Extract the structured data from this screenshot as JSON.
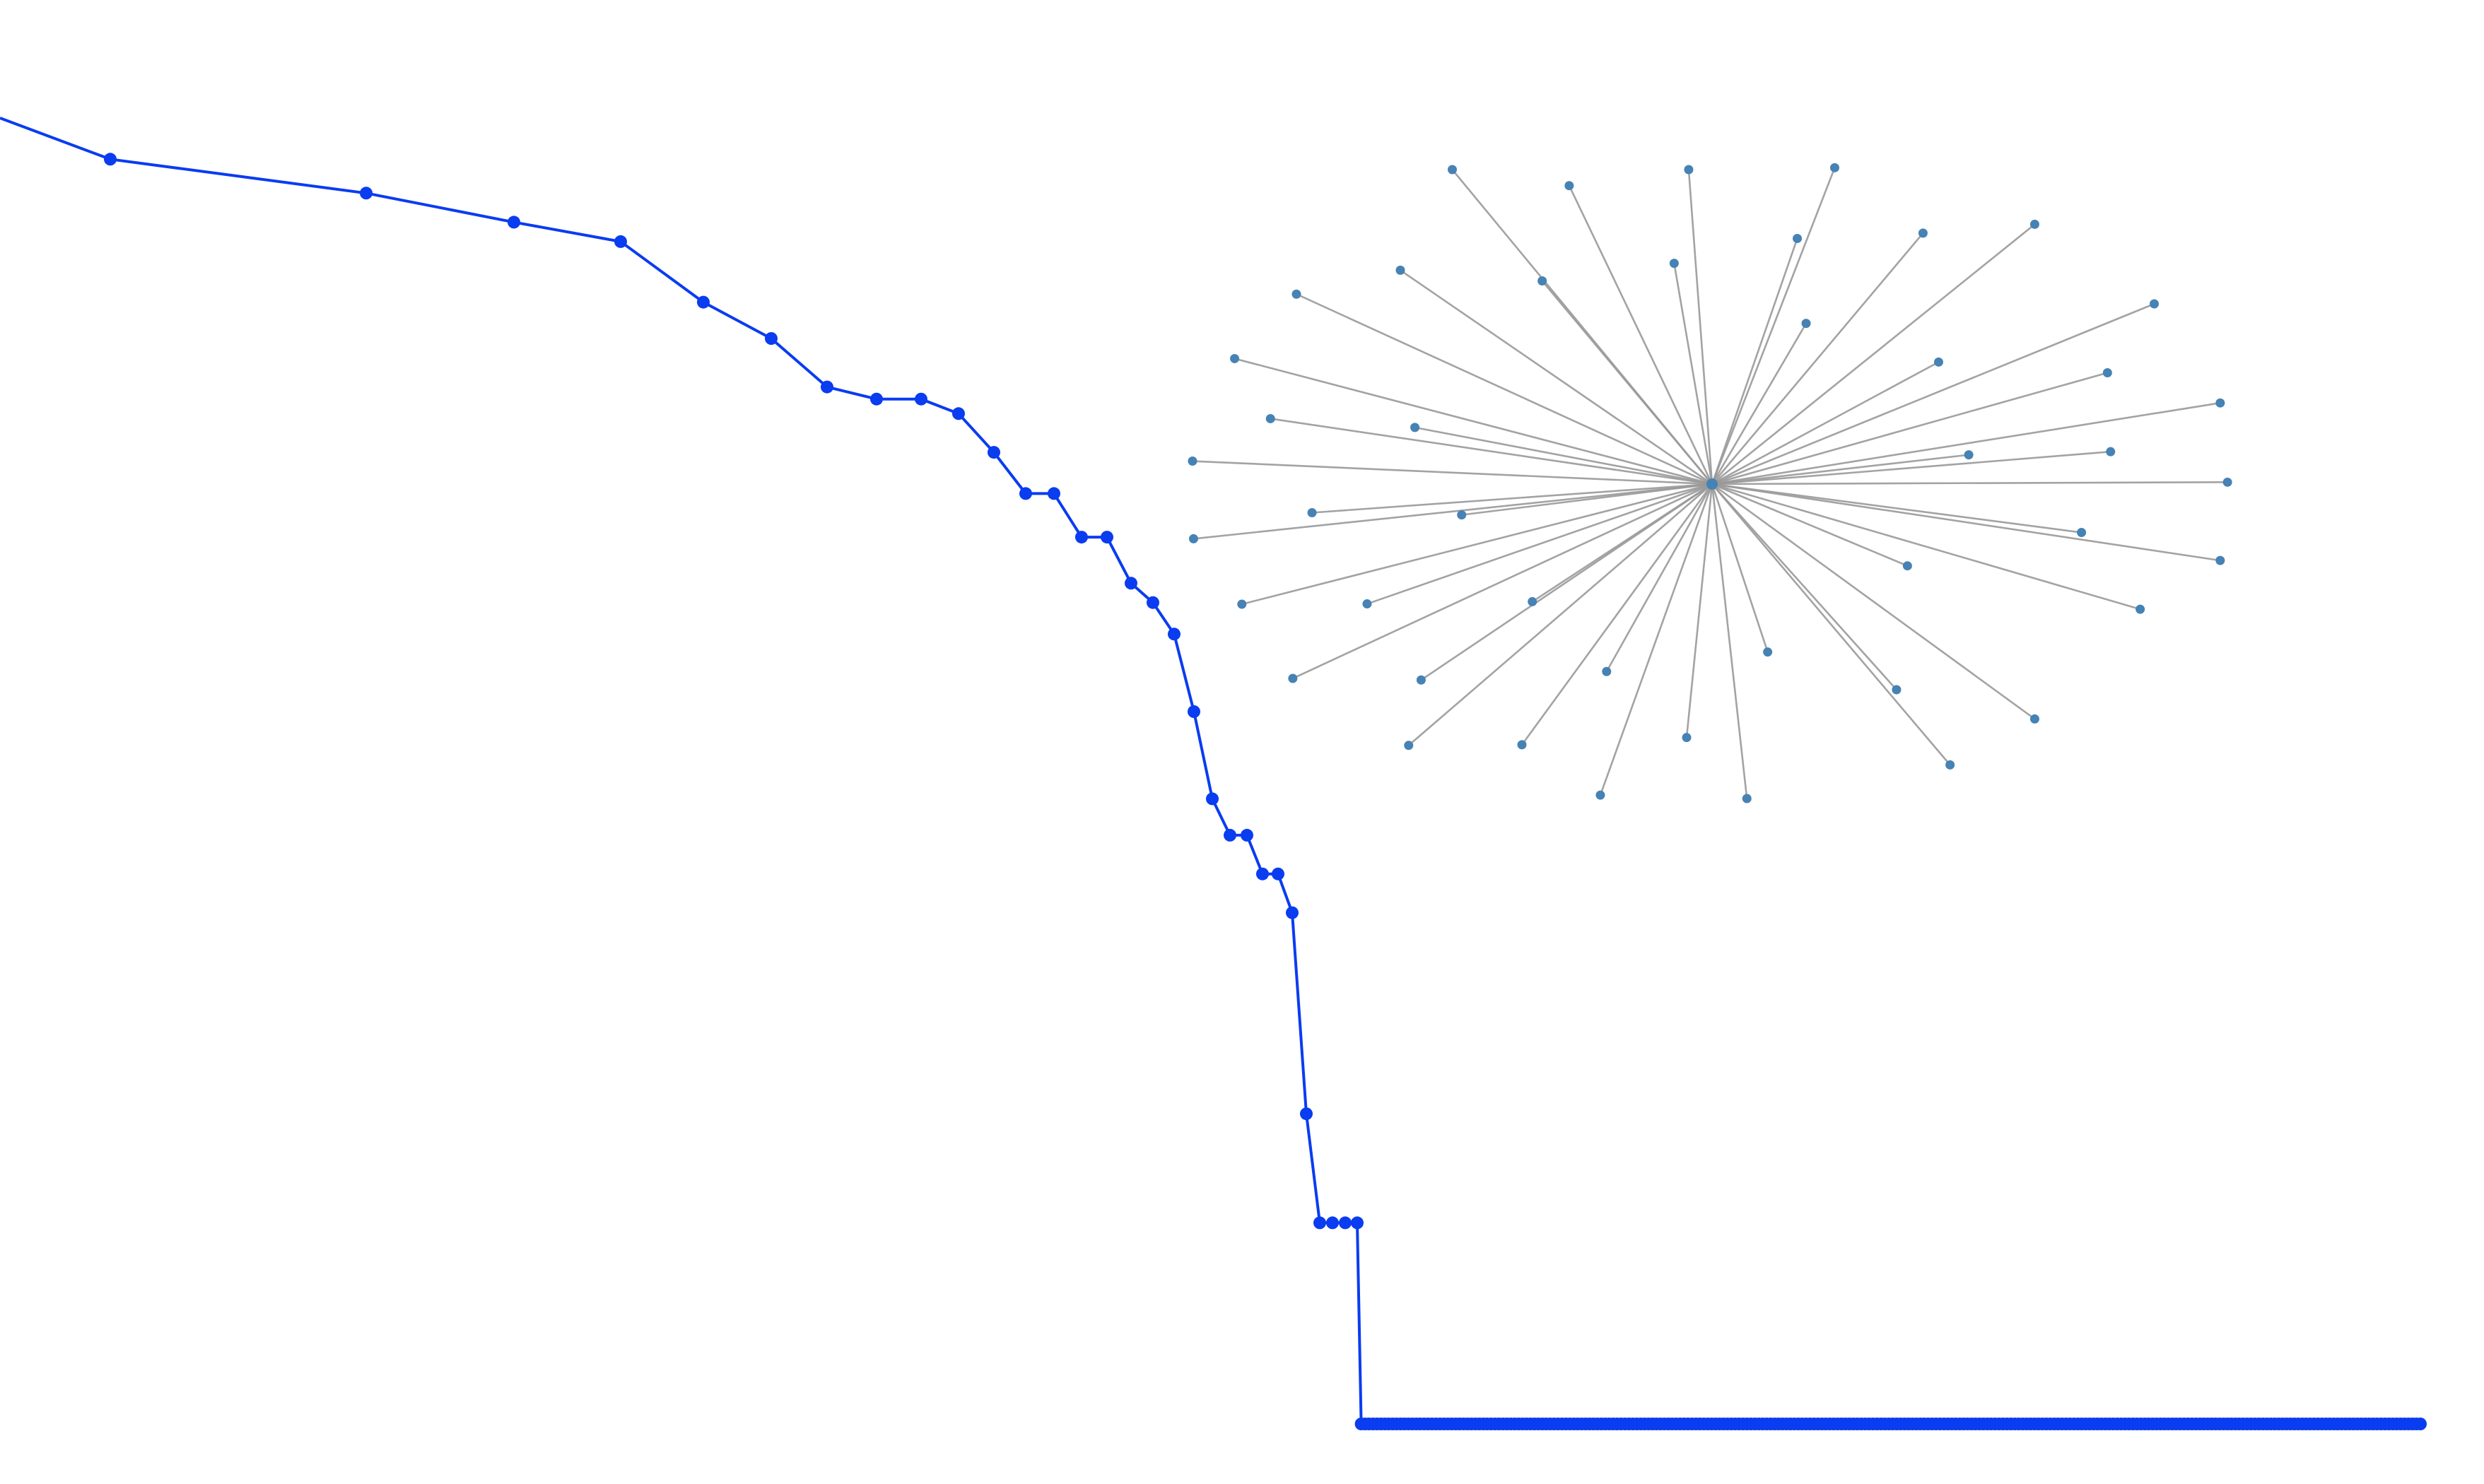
{
  "chart_data": [
    {
      "type": "line",
      "title": "",
      "xlabel": "",
      "ylabel": "",
      "grid": false,
      "legend": "none",
      "color": "#0a3cf0",
      "x": [
        0,
        1,
        2,
        3,
        4,
        5,
        6,
        7,
        8,
        9,
        10,
        11,
        12,
        13,
        14,
        15,
        16,
        17,
        18,
        19,
        20,
        21,
        22,
        23,
        24,
        25,
        26,
        27,
        28,
        29,
        30,
        31,
        32,
        33,
        34,
        35,
        36,
        37,
        38,
        39,
        40,
        41,
        42,
        43,
        44,
        45,
        46,
        47,
        48,
        49,
        50,
        51,
        52,
        53,
        54,
        55,
        56,
        57,
        58,
        59,
        60,
        61,
        62,
        63,
        64,
        65,
        66,
        67,
        68,
        69,
        70,
        71,
        72,
        73,
        74,
        75,
        76,
        77,
        78,
        79,
        80,
        81,
        82,
        83,
        84,
        85,
        86,
        87,
        88,
        89,
        90,
        91,
        92,
        93,
        94,
        95,
        96,
        97,
        98,
        99,
        100,
        101,
        102,
        103,
        104,
        105,
        106,
        107,
        108,
        109,
        110,
        111,
        112,
        113,
        114,
        115,
        116,
        117,
        118,
        119,
        120,
        121,
        122,
        123,
        124,
        125,
        126,
        127,
        128,
        129,
        130,
        131,
        132,
        133,
        134,
        135,
        136,
        137,
        138,
        139,
        140,
        141,
        142,
        143,
        144,
        145,
        146,
        147,
        148,
        149,
        150,
        151,
        152,
        153,
        154,
        155,
        156,
        157,
        158,
        159,
        160,
        161,
        162,
        163,
        164,
        165,
        166,
        167,
        168,
        169,
        170,
        171,
        172,
        173,
        174,
        175,
        176,
        177,
        178,
        179,
        180,
        181,
        182,
        183,
        184,
        185,
        186,
        187,
        188,
        189,
        190,
        191,
        192,
        193,
        194,
        195,
        196,
        197,
        198,
        199,
        200,
        201,
        202,
        203,
        204,
        205,
        206,
        207,
        208,
        209,
        210,
        211,
        212,
        213,
        214,
        215,
        216,
        217,
        218,
        219,
        220,
        221,
        222,
        223,
        224,
        225,
        226,
        227,
        228,
        229,
        230,
        231,
        232,
        233,
        234,
        235,
        236,
        237,
        238,
        239,
        240,
        241,
        242,
        243,
        244,
        245,
        246,
        247,
        248,
        249,
        250,
        251,
        252,
        253,
        254,
        255,
        256,
        257,
        258,
        259,
        260,
        261,
        262,
        263,
        264,
        265,
        266,
        267,
        268,
        269,
        270,
        271,
        272,
        273,
        274,
        275,
        276,
        277,
        278,
        279,
        280,
        281,
        282,
        283,
        284,
        285,
        286,
        287,
        288,
        289,
        290,
        291,
        292,
        293,
        294,
        295,
        296,
        297,
        298,
        299,
        300
      ],
      "series": [
        {
          "values": [
            100,
            98.3,
            96.9,
            95.7,
            94.9,
            92.4,
            90.9,
            88.9,
            88.4,
            88.4,
            87.8,
            86.2,
            84.5,
            84.5,
            82.7,
            82.7,
            80.8,
            80.0,
            78.7,
            75.5,
            71.9,
            70.4,
            70.4,
            68.8,
            68.8,
            67.2,
            58.9,
            54.4,
            54.4,
            54.4,
            54.4,
            46.1,
            46.1,
            46.1,
            46.1,
            46.1,
            46.1,
            46.1,
            46.1,
            46.1,
            46.1,
            46.1,
            46.1,
            46.1,
            46.1,
            46.1,
            46.1,
            46.1,
            46.1,
            46.1,
            46.1,
            46.1,
            46.1,
            46.1,
            46.1,
            46.1,
            46.1,
            46.1,
            46.1,
            46.1,
            46.1,
            46.1,
            46.1,
            46.1,
            46.1,
            46.1,
            46.1,
            46.1,
            46.1,
            46.1,
            46.1,
            46.1,
            46.1,
            46.1,
            46.1,
            46.1,
            46.1,
            46.1,
            46.1,
            46.1,
            46.1,
            46.1,
            46.1,
            46.1,
            46.1,
            46.1,
            46.1,
            46.1,
            46.1,
            46.1,
            46.1,
            46.1,
            46.1,
            46.1,
            46.1,
            46.1,
            46.1,
            46.1,
            46.1,
            46.1,
            46.1,
            46.1,
            46.1,
            46.1,
            46.1,
            46.1,
            46.1,
            46.1,
            46.1,
            46.1,
            46.1,
            46.1,
            46.1,
            46.1,
            46.1,
            46.1,
            46.1,
            46.1,
            46.1,
            46.1,
            46.1,
            46.1,
            46.1,
            46.1,
            46.1,
            46.1,
            46.1,
            46.1,
            46.1,
            46.1,
            46.1,
            46.1,
            46.1,
            46.1,
            46.1,
            46.1,
            46.1,
            46.1,
            46.1,
            46.1,
            46.1,
            46.1,
            46.1,
            46.1,
            46.1,
            46.1,
            46.1,
            46.1,
            46.1,
            46.1,
            46.1,
            46.1,
            46.1,
            46.1,
            46.1,
            46.1,
            46.1,
            46.1,
            46.1,
            46.1,
            46.1,
            46.1,
            46.1,
            46.1,
            46.1,
            46.1,
            46.1,
            46.1,
            46.1,
            46.1,
            46.1,
            46.1,
            46.1,
            46.1,
            46.1,
            46.1,
            46.1,
            46.1,
            46.1,
            46.1,
            46.1,
            46.1,
            46.1,
            46.1,
            46.1,
            46.1,
            46.1,
            46.1,
            46.1,
            46.1,
            46.1,
            46.1,
            46.1,
            46.1,
            46.1,
            46.1,
            46.1,
            46.1,
            46.1,
            46.1,
            46.1,
            46.1,
            46.1,
            46.1,
            46.1,
            46.1,
            46.1,
            46.1,
            46.1,
            46.1,
            46.1,
            46.1,
            46.1,
            46.1,
            46.1,
            46.1,
            46.1,
            46.1,
            46.1,
            46.1,
            46.1,
            46.1,
            46.1,
            46.1,
            46.1,
            46.1,
            46.1,
            46.1,
            46.1,
            46.1,
            46.1,
            46.1,
            46.1,
            46.1,
            46.1,
            46.1,
            46.1,
            46.1,
            46.1,
            46.1,
            46.1,
            46.1,
            46.1,
            46.1,
            46.1,
            46.1,
            46.1,
            46.1,
            46.1,
            46.1,
            46.1,
            46.1,
            46.1,
            46.1,
            46.1,
            46.1,
            46.1,
            46.1,
            46.1,
            46.1,
            46.1,
            46.1,
            46.1,
            46.1,
            46.1,
            46.1,
            46.1,
            46.1,
            46.1,
            46.1,
            46.1,
            46.1,
            46.1,
            46.1,
            46.1,
            46.1,
            46.1,
            46.1,
            46.1,
            46.1,
            46.1,
            46.1,
            46.1,
            46.1,
            46.1,
            46.1,
            46.1,
            46.1,
            46.1,
            46.1,
            46.1,
            46.1,
            46.1,
            46.1,
            46.1,
            46.1,
            46.1,
            46.1,
            46.1,
            46.1,
            46.1,
            46.1,
            46.1,
            46.1,
            46.1,
            46.1,
            46.1,
            46.1,
            46.1,
            46.1,
            46.1,
            46.1,
            46.1,
            46.1,
            46.1,
            46.1,
            46.1,
            46.1,
            46.1
          ]
        }
      ]
    },
    {
      "type": "network",
      "title": "",
      "layout": "star",
      "node_color": "#4682b4",
      "edge_color": "#999999",
      "hub_id": "hub",
      "nodes": [
        {
          "id": "hub",
          "x": 0,
          "y": 0
        },
        {
          "id": "n1",
          "x": -0.5,
          "y": 1.0
        },
        {
          "id": "n2",
          "x": -0.275,
          "y": 0.949
        },
        {
          "id": "n3",
          "x": -0.045,
          "y": 1.0
        },
        {
          "id": "n4",
          "x": 0.236,
          "y": 1.006
        },
        {
          "id": "n5",
          "x": 0.406,
          "y": 0.798
        },
        {
          "id": "n6",
          "x": 0.621,
          "y": 0.826
        },
        {
          "id": "n7",
          "x": 0.851,
          "y": 0.573
        },
        {
          "id": "n8",
          "x": 0.978,
          "y": 0.258
        },
        {
          "id": "n9",
          "x": 0.992,
          "y": 0.006
        },
        {
          "id": "n10",
          "x": 0.978,
          "y": -0.243
        },
        {
          "id": "n11",
          "x": 0.824,
          "y": -0.398
        },
        {
          "id": "n12",
          "x": 0.621,
          "y": -0.747
        },
        {
          "id": "n13",
          "x": 0.458,
          "y": -0.893
        },
        {
          "id": "n14",
          "x": 0.067,
          "y": -1.0
        },
        {
          "id": "n15",
          "x": -0.215,
          "y": -0.989
        },
        {
          "id": "n16",
          "x": -0.584,
          "y": -0.831
        },
        {
          "id": "n17",
          "x": -0.807,
          "y": -0.618
        },
        {
          "id": "n18",
          "x": -0.905,
          "y": -0.382
        },
        {
          "id": "n19",
          "x": -0.998,
          "y": -0.174
        },
        {
          "id": "n20",
          "x": -1.0,
          "y": 0.073
        },
        {
          "id": "n21",
          "x": -0.85,
          "y": 0.208
        },
        {
          "id": "n22",
          "x": -0.919,
          "y": 0.399
        },
        {
          "id": "n23",
          "x": -0.8,
          "y": 0.604
        },
        {
          "id": "n24",
          "x": -0.6,
          "y": 0.68
        },
        {
          "id": "n25",
          "x": -0.327,
          "y": 0.646
        },
        {
          "id": "n26",
          "x": -0.073,
          "y": 0.702
        },
        {
          "id": "n27",
          "x": 0.164,
          "y": 0.781
        },
        {
          "id": "n28",
          "x": 0.181,
          "y": 0.511
        },
        {
          "id": "n29",
          "x": 0.436,
          "y": 0.388
        },
        {
          "id": "n30",
          "x": 0.761,
          "y": 0.354
        },
        {
          "id": "n31",
          "x": 0.767,
          "y": 0.103
        },
        {
          "id": "n32",
          "x": 0.494,
          "y": 0.093
        },
        {
          "id": "n33",
          "x": 0.711,
          "y": -0.154
        },
        {
          "id": "n34",
          "x": 0.376,
          "y": -0.26
        },
        {
          "id": "n35",
          "x": 0.355,
          "y": -0.654
        },
        {
          "id": "n36",
          "x": 0.107,
          "y": -0.534
        },
        {
          "id": "n37",
          "x": -0.049,
          "y": -0.806
        },
        {
          "id": "n38",
          "x": -0.203,
          "y": -0.596
        },
        {
          "id": "n39",
          "x": -0.366,
          "y": -0.829
        },
        {
          "id": "n40",
          "x": -0.56,
          "y": -0.623
        },
        {
          "id": "n41",
          "x": -0.664,
          "y": -0.381
        },
        {
          "id": "n42",
          "x": -0.346,
          "y": -0.374
        },
        {
          "id": "n43",
          "x": -0.482,
          "y": -0.098
        },
        {
          "id": "n44",
          "x": -0.572,
          "y": 0.18
        },
        {
          "id": "n45",
          "x": -0.77,
          "y": -0.091
        }
      ]
    }
  ]
}
